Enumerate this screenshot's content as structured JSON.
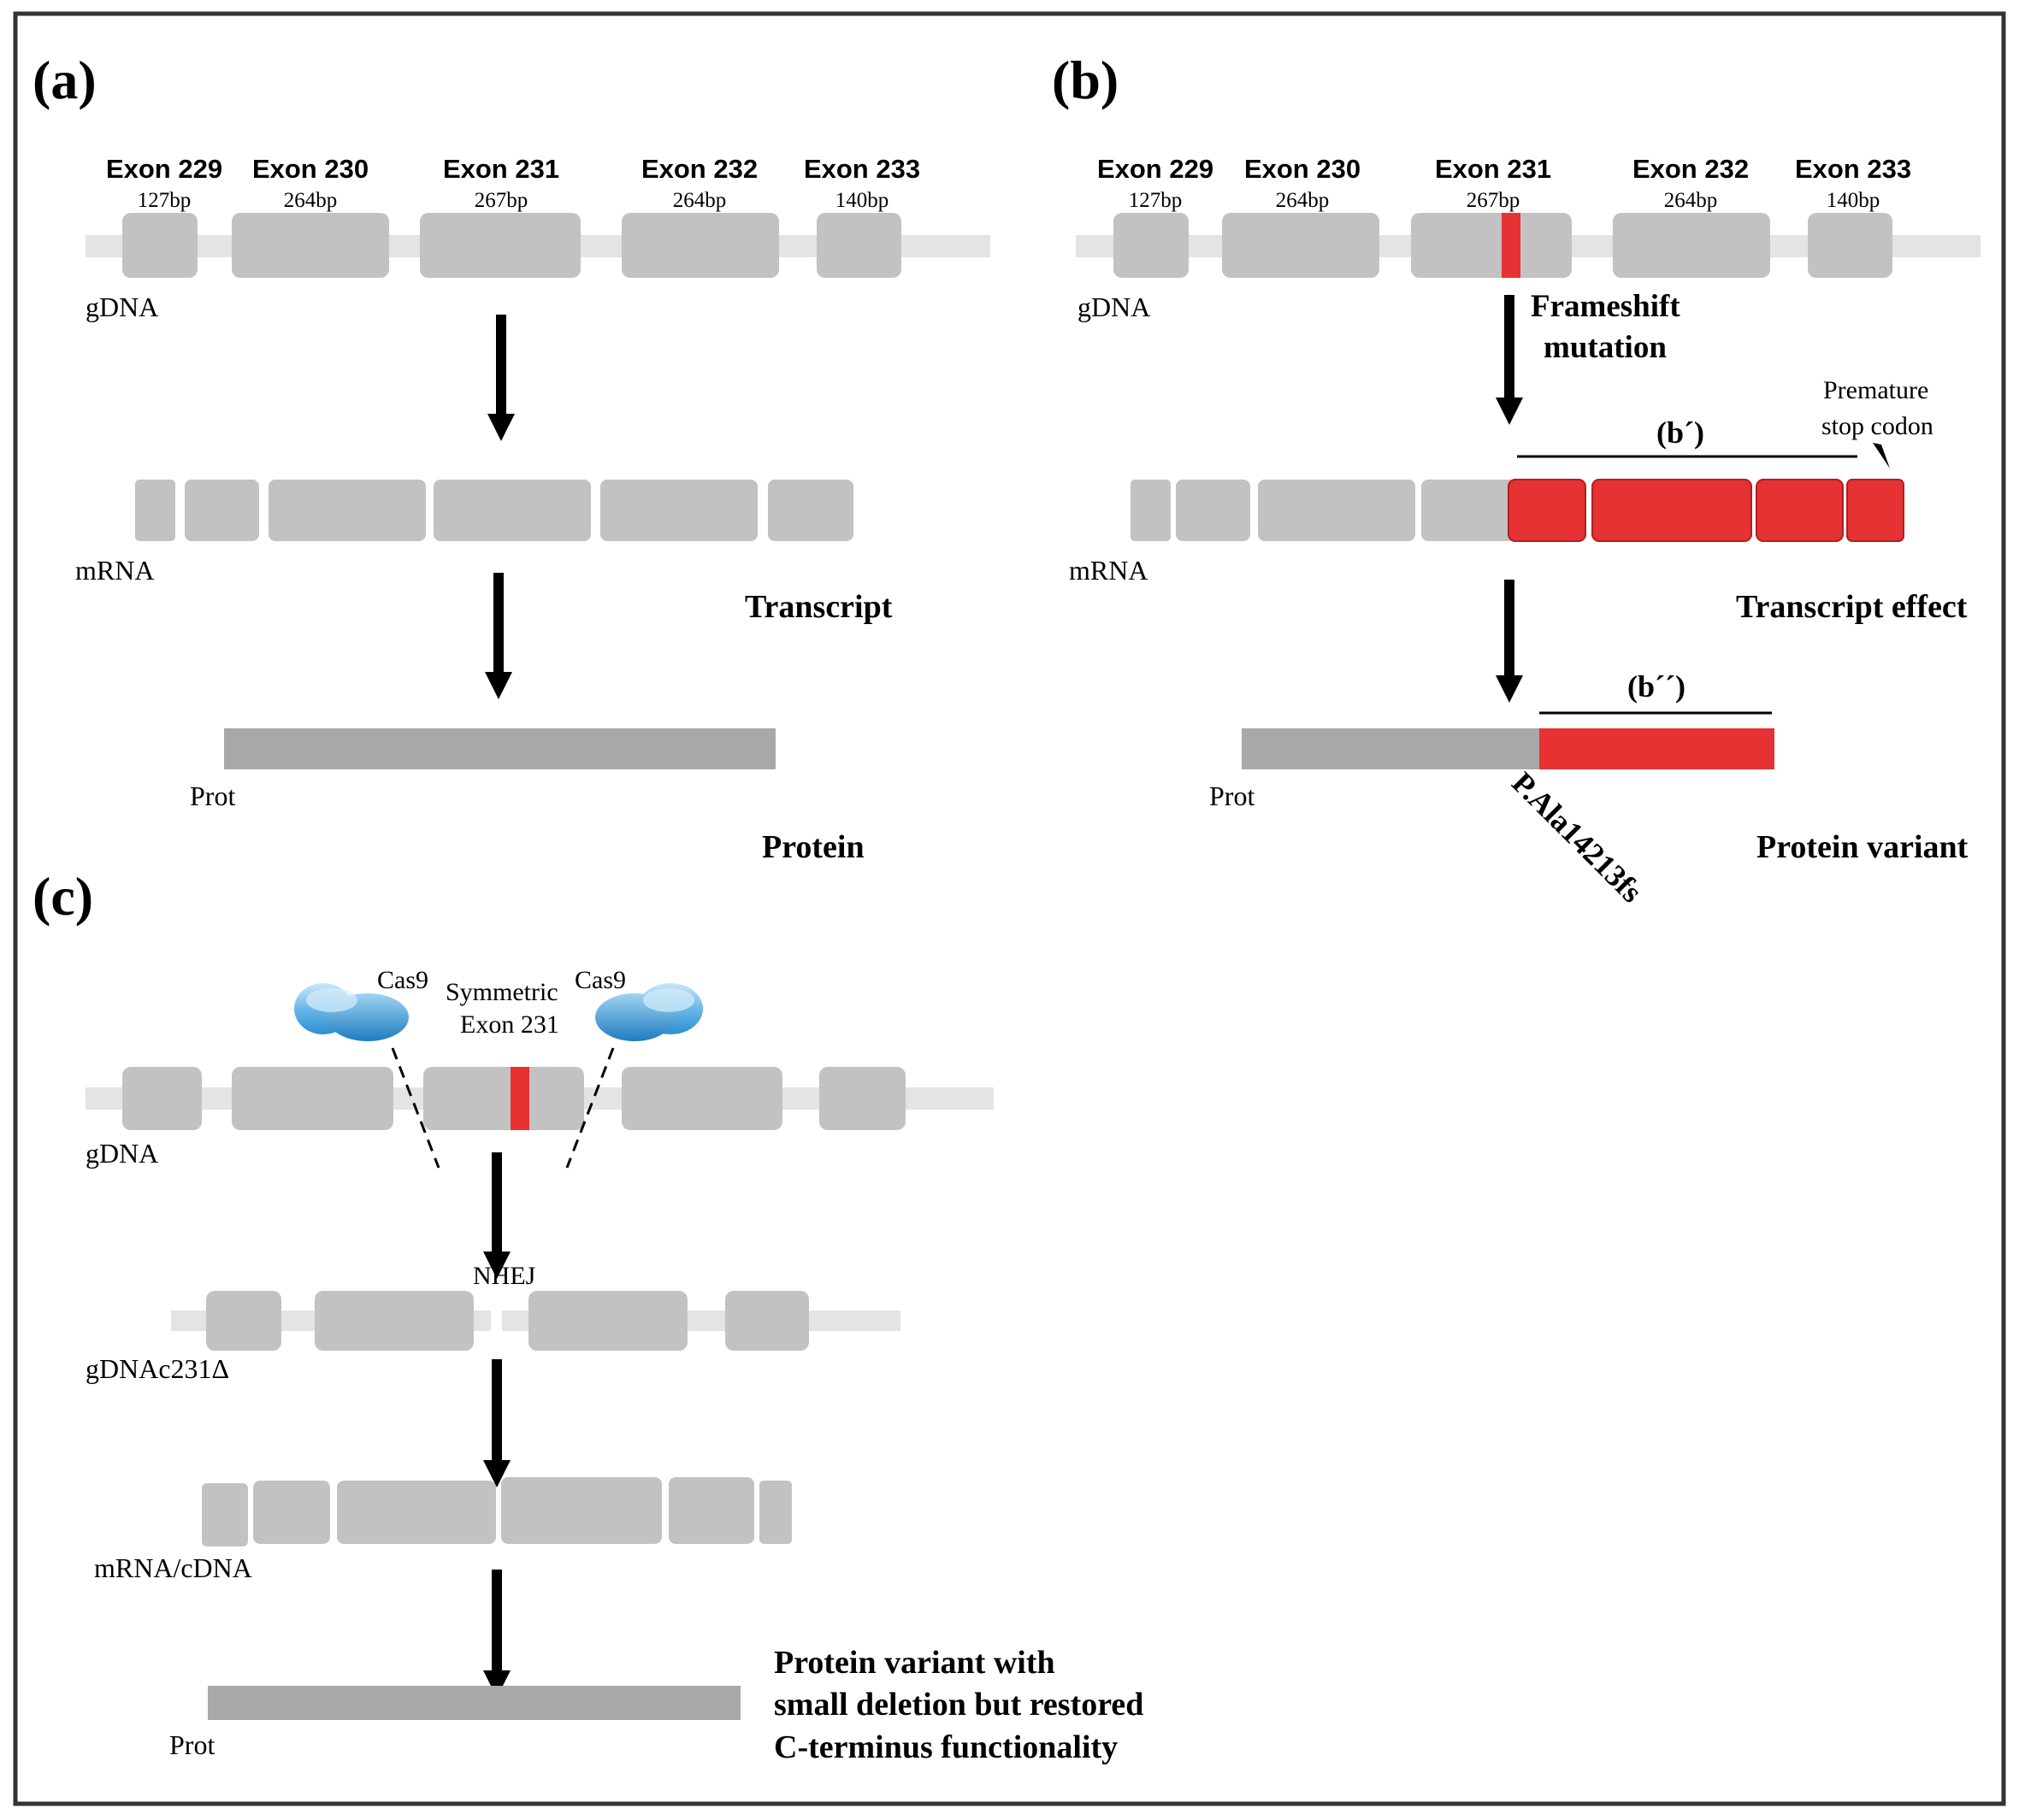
{
  "panel_a": {
    "label": "(a)",
    "exons": [
      {
        "name": "Exon 229",
        "size": "127bp"
      },
      {
        "name": "Exon 230",
        "size": "264bp"
      },
      {
        "name": "Exon 231",
        "size": "267bp"
      },
      {
        "name": "Exon 232",
        "size": "264bp"
      },
      {
        "name": "Exon 233",
        "size": "140bp"
      }
    ],
    "gdna_label": "gDNA",
    "mrna_label": "mRNA",
    "transcript_label": "Transcript",
    "prot_label": "Prot",
    "protein_label": "Protein"
  },
  "panel_b": {
    "label": "(b)",
    "exons": [
      {
        "name": "Exon 229",
        "size": "127bp"
      },
      {
        "name": "Exon 230",
        "size": "264bp"
      },
      {
        "name": "Exon 231",
        "size": "267bp"
      },
      {
        "name": "Exon 232",
        "size": "264bp"
      },
      {
        "name": "Exon 233",
        "size": "140bp"
      }
    ],
    "gdna_label": "gDNA",
    "mutation_line1": "Frameshift",
    "mutation_line2": "mutation",
    "stop_line1": "Premature",
    "stop_line2": "stop codon",
    "b_prime": "(b´)",
    "mrna_label": "mRNA",
    "transcript_effect_label": "Transcript effect",
    "b_double_prime": "(b´´)",
    "prot_label": "Prot",
    "variant_code": "P.Ala14213fs",
    "protein_variant_label": "Protein variant"
  },
  "panel_c": {
    "label": "(c)",
    "cas9_left": "Cas9",
    "cas9_right": "Cas9",
    "symmetric_line1": "Symmetric",
    "symmetric_line2": "Exon 231",
    "gdna_label": "gDNA",
    "nhej_label": "NHEJ",
    "gdna_deleted_label": "gDNAc231Δ",
    "mrna_cdna_label": "mRNA/cDNA",
    "prot_label": "Prot",
    "result_line1": "Protein variant with",
    "result_line2": "small deletion but restored",
    "result_line3": "C-terminus functionality"
  },
  "colors": {
    "exon": "#c2c2c2",
    "backbone": "#e4e4e4",
    "protein": "#a8a8a8",
    "mutation_red": "#e63232",
    "arrow": "#000000",
    "border": "#333333",
    "cas9_blue": "#4aa6e0"
  }
}
